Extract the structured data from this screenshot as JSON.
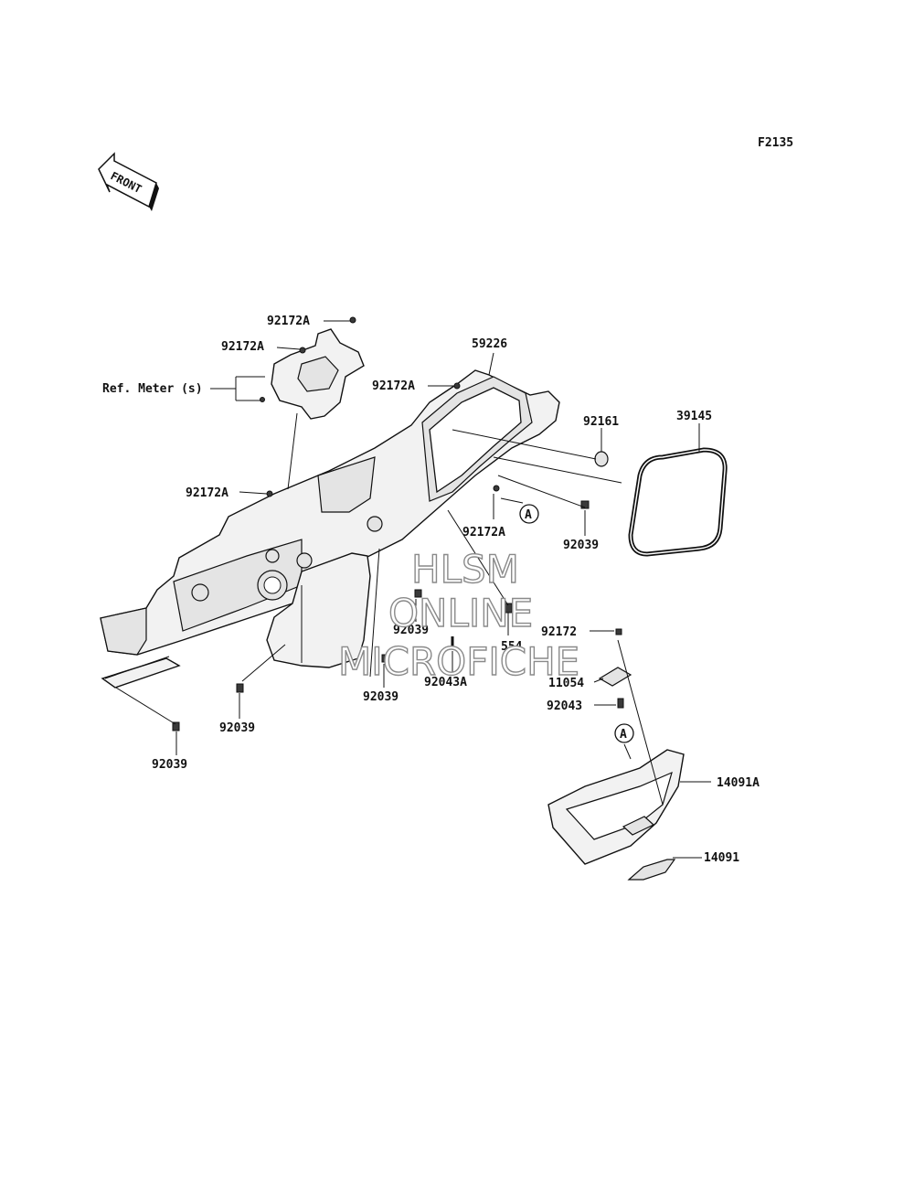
{
  "figure_code": "F2135",
  "front_arrow_label": "FRONT",
  "reference": "Ref. Meter (s)",
  "callout_circle": "A",
  "watermark": [
    "HLSM",
    "ONLINE",
    "MICROFICHE"
  ],
  "parts": {
    "p_92172A_1": "92172A",
    "p_92172A_2": "92172A",
    "p_92172A_3": "92172A",
    "p_92172A_4": "92172A",
    "p_92172A_5": "92172A",
    "p_59226": "59226",
    "p_92161": "92161",
    "p_39145": "39145",
    "p_92039_1": "92039",
    "p_92039_2": "92039",
    "p_92039_3": "92039",
    "p_92039_4": "92039",
    "p_92039_5": "92039",
    "p_554": "554",
    "p_92043A": "92043A",
    "p_92172": "92172",
    "p_11054": "11054",
    "p_92043": "92043",
    "p_14091A": "14091A",
    "p_14091": "14091"
  }
}
